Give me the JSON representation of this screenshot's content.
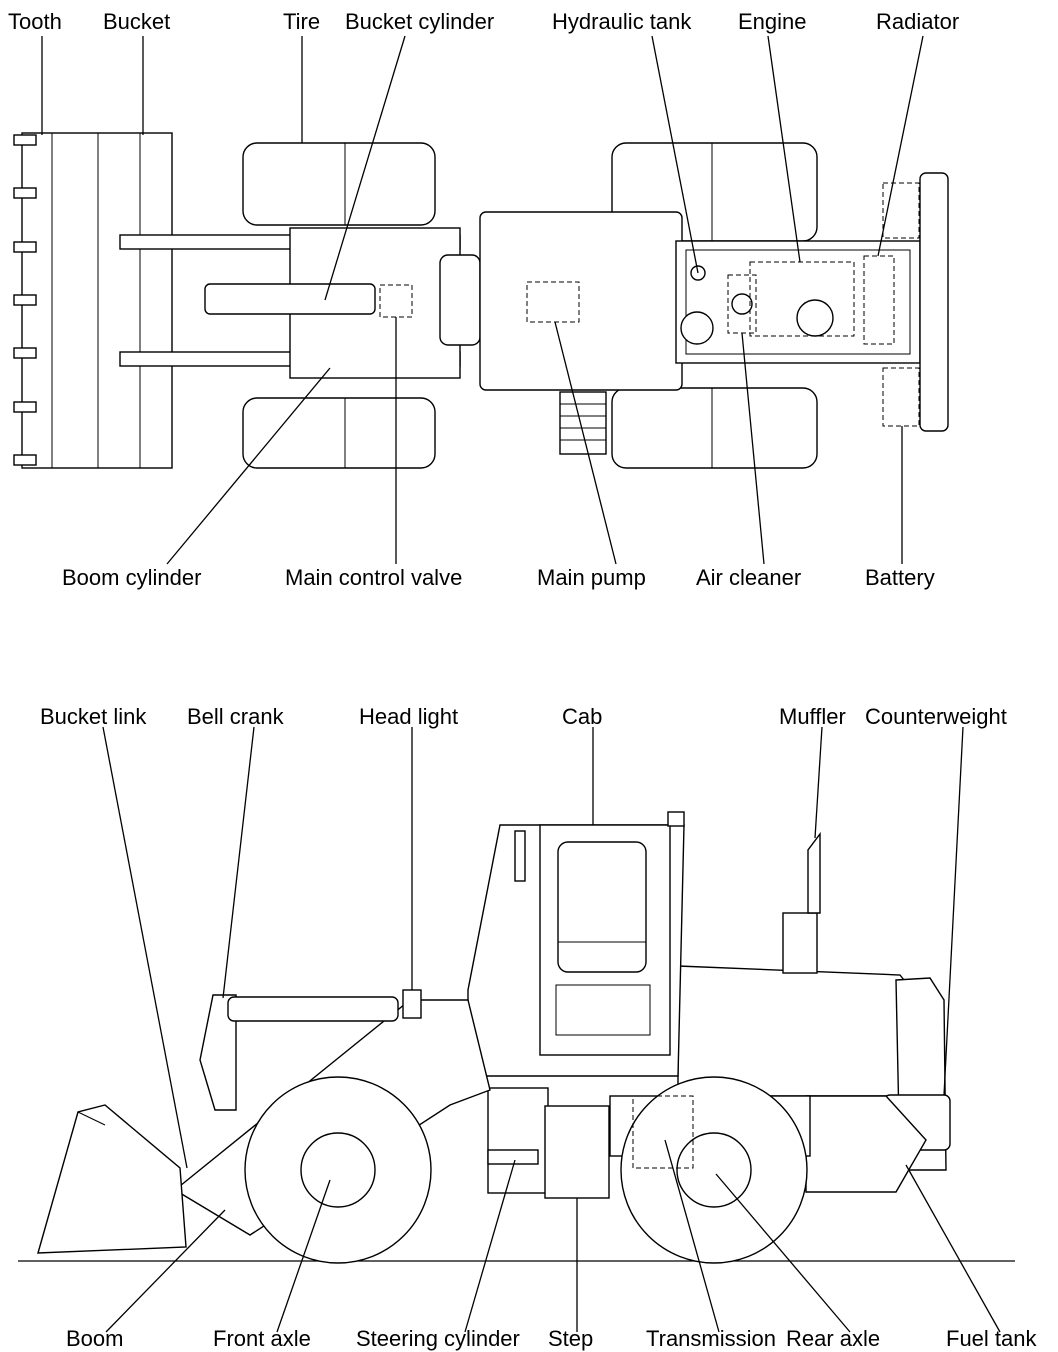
{
  "top_view": {
    "labels_top": [
      "Tooth",
      "Bucket",
      "Tire",
      "Bucket cylinder",
      "Hydraulic tank",
      "Engine",
      "Radiator"
    ],
    "labels_bottom": [
      "Boom cylinder",
      "Main control valve",
      "Main pump",
      "Air cleaner",
      "Battery"
    ]
  },
  "side_view": {
    "labels_top": [
      "Bucket link",
      "Bell crank",
      "Head light",
      "Cab",
      "Muffler",
      "Counterweight"
    ],
    "labels_bottom": [
      "Boom",
      "Front axle",
      "Steering cylinder",
      "Step",
      "Transmission",
      "Rear axle",
      "Fuel tank"
    ]
  }
}
